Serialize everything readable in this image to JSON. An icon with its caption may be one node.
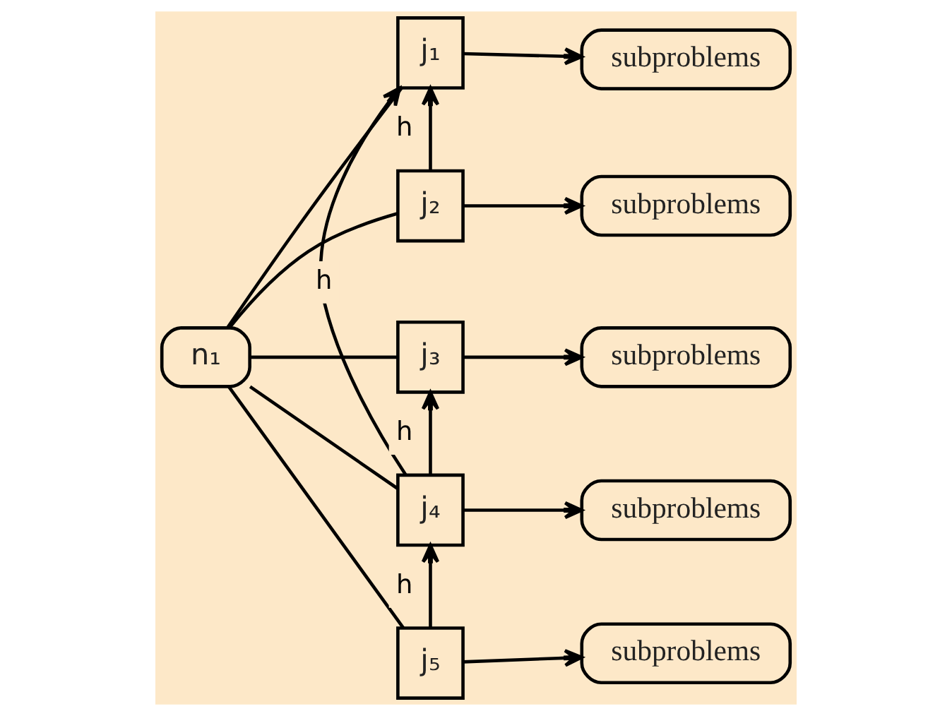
{
  "diagram": {
    "nodes": [
      {
        "text": [
          "n₁"
        ]
      },
      {
        "text": [
          "j₁"
        ]
      },
      {
        "text": [
          "j₂"
        ]
      },
      {
        "text": [
          "j₃"
        ]
      },
      {
        "text": [
          "j₄"
        ]
      },
      {
        "text": [
          "j₅"
        ]
      },
      {
        "text": [
          "subproblems"
        ]
      },
      {
        "text": [
          "subproblems"
        ]
      },
      {
        "text": [
          "subproblems"
        ]
      },
      {
        "text": [
          "subproblems"
        ]
      },
      {
        "text": [
          "subproblems"
        ]
      }
    ],
    "edges": [
      {
        "from": 0,
        "to": 1,
        "arrow": "none"
      },
      {
        "from": 0,
        "to": 2,
        "arrow": "none"
      },
      {
        "from": 0,
        "to": 3,
        "arrow": "none"
      },
      {
        "from": 0,
        "to": 4,
        "arrow": "none"
      },
      {
        "from": 0,
        "to": 5,
        "arrow": "none"
      },
      {
        "from": 2,
        "to": 1,
        "arrow": "to",
        "label": "h"
      },
      {
        "from": 4,
        "to": 1,
        "arrow": "to",
        "label": "h"
      },
      {
        "from": 4,
        "to": 3,
        "arrow": "to",
        "label": "h"
      },
      {
        "from": 5,
        "to": 4,
        "arrow": "to",
        "label": "h"
      },
      {
        "from": 1,
        "to": 6,
        "arrow": "to"
      },
      {
        "from": 2,
        "to": 7,
        "arrow": "to"
      },
      {
        "from": 3,
        "to": 8,
        "arrow": "to"
      },
      {
        "from": 4,
        "to": 9,
        "arrow": "to"
      },
      {
        "from": 5,
        "to": 10,
        "arrow": "to"
      }
    ]
  }
}
